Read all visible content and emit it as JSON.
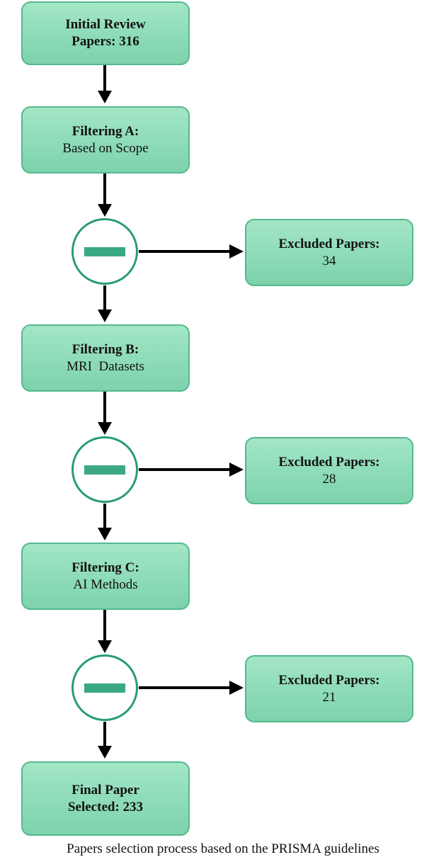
{
  "steps": [
    {
      "title": "Initial Review",
      "detail": "Papers: 316"
    },
    {
      "title": "Filtering A:",
      "detail": "Based on Scope"
    },
    {
      "title": "Filtering B:",
      "detail": "MRI  Datasets"
    },
    {
      "title": "Filtering C:",
      "detail": "AI Methods"
    },
    {
      "title": "Final Paper",
      "detail": "Selected: 233"
    }
  ],
  "exclusions": [
    {
      "title": "Excluded Papers:",
      "count": "34"
    },
    {
      "title": "Excluded Papers:",
      "count": "28"
    },
    {
      "title": "Excluded Papers:",
      "count": "21"
    }
  ],
  "operator_icon": "minus-circle-icon",
  "colors": {
    "box_fill": "#8fdcb9",
    "box_border": "#54b98e",
    "minus_color": "#3aa885",
    "arrow_color": "#000000"
  },
  "caption": "Papers selection process based on the PRISMA guidelines"
}
